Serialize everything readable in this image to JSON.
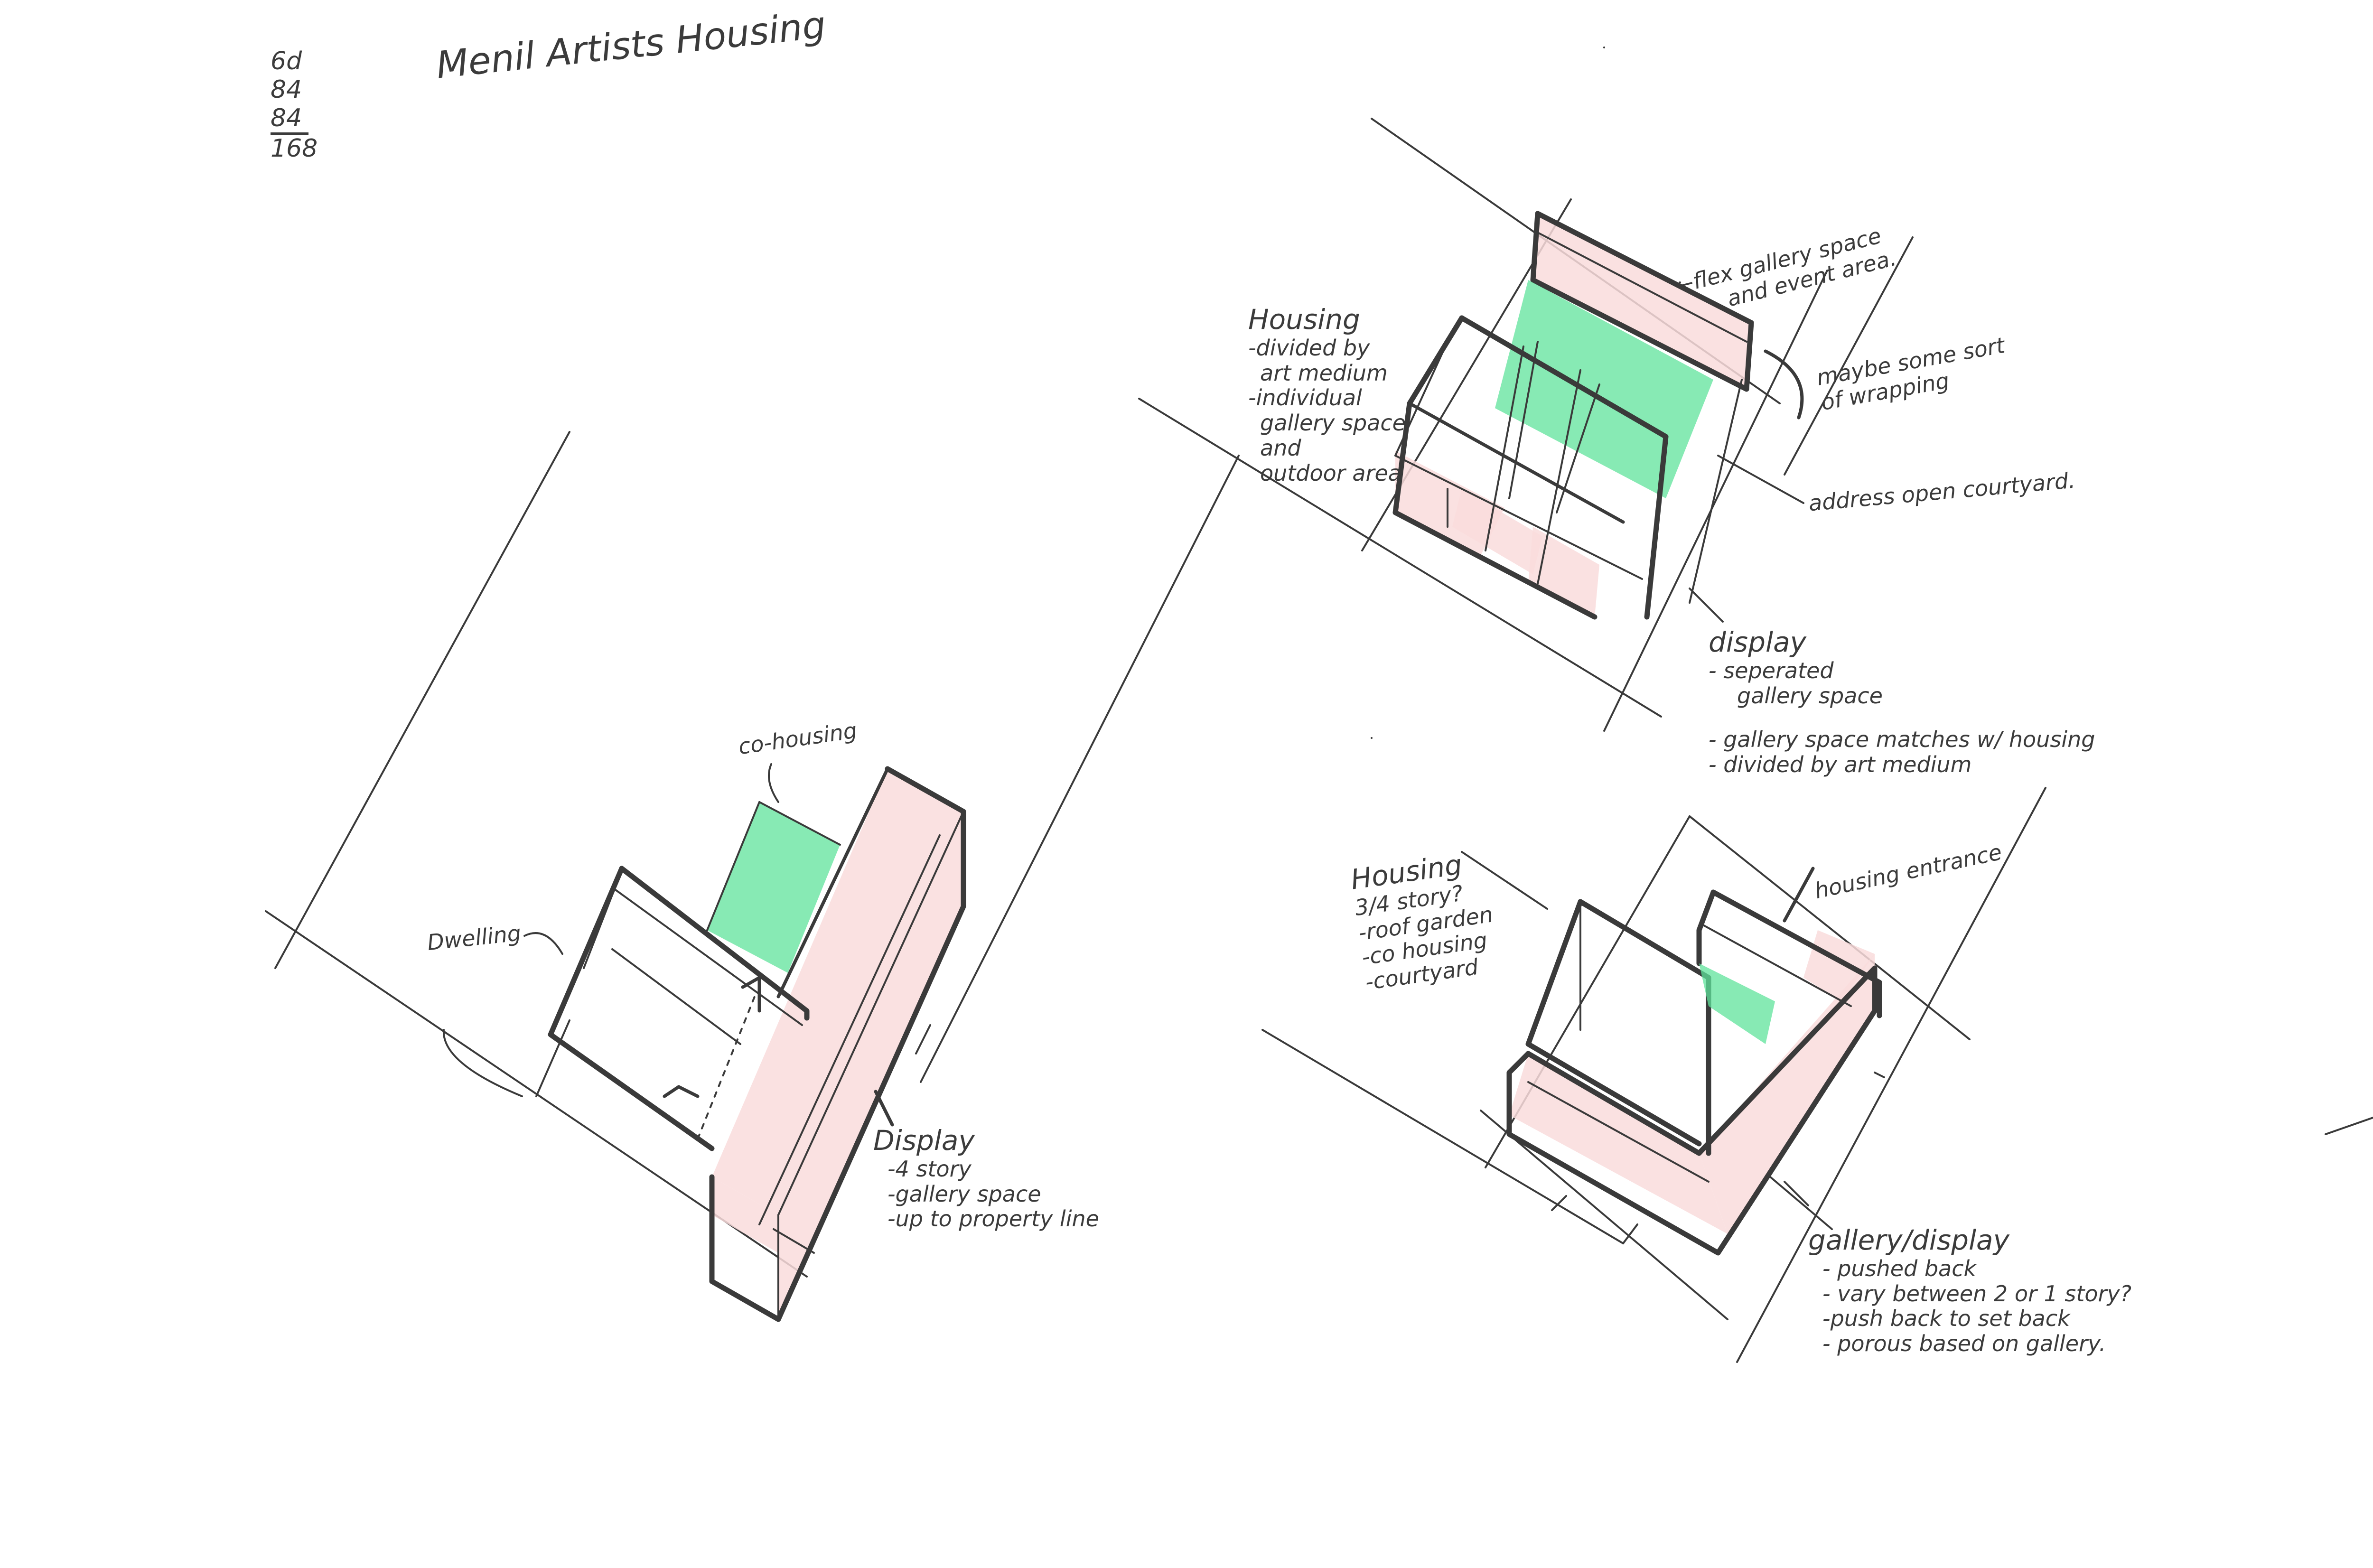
{
  "sheet": {
    "title": "Menil Artists Housing",
    "calculation": [
      "6d",
      "84",
      "84",
      "168"
    ],
    "colors": {
      "ink": "#3a3a3a",
      "display_pink": "#f9dcdc",
      "cohousing_green": "#5fe39b",
      "paper": "#ffffff"
    }
  },
  "diagrams": [
    {
      "id": "scheme-a",
      "position": "left",
      "labels": {
        "cohousing": "co-housing",
        "dwelling": "Dwelling",
        "display_heading": "Display",
        "display_notes": [
          "-4 story",
          "-gallery space",
          "-up to property line"
        ]
      }
    },
    {
      "id": "scheme-b",
      "position": "top-right",
      "labels": {
        "flex": "←flex gallery space",
        "flex_2": "and event area.",
        "wrapping": [
          "maybe some sort",
          "of wrapping"
        ],
        "courtyard": "address open courtyard.",
        "housing_heading": "Housing",
        "housing_notes": [
          "-divided by",
          "art medium",
          "-individual",
          "gallery space",
          "and",
          "outdoor area"
        ],
        "display_heading": "display",
        "display_notes": [
          "- seperated",
          "gallery space",
          "- gallery space matches w/ housing",
          "- divided by art medium"
        ]
      }
    },
    {
      "id": "scheme-c",
      "position": "bottom-right",
      "labels": {
        "housing_heading": "Housing",
        "housing_notes": [
          "3/4 story?",
          "-roof garden",
          "-co housing",
          "-courtyard"
        ],
        "entrance": "housing entrance",
        "gallery_heading": "gallery/display",
        "gallery_notes": [
          "- pushed back",
          "- vary between 2 or 1 story?",
          "-push back to set back",
          "- porous based on gallery."
        ]
      }
    }
  ]
}
